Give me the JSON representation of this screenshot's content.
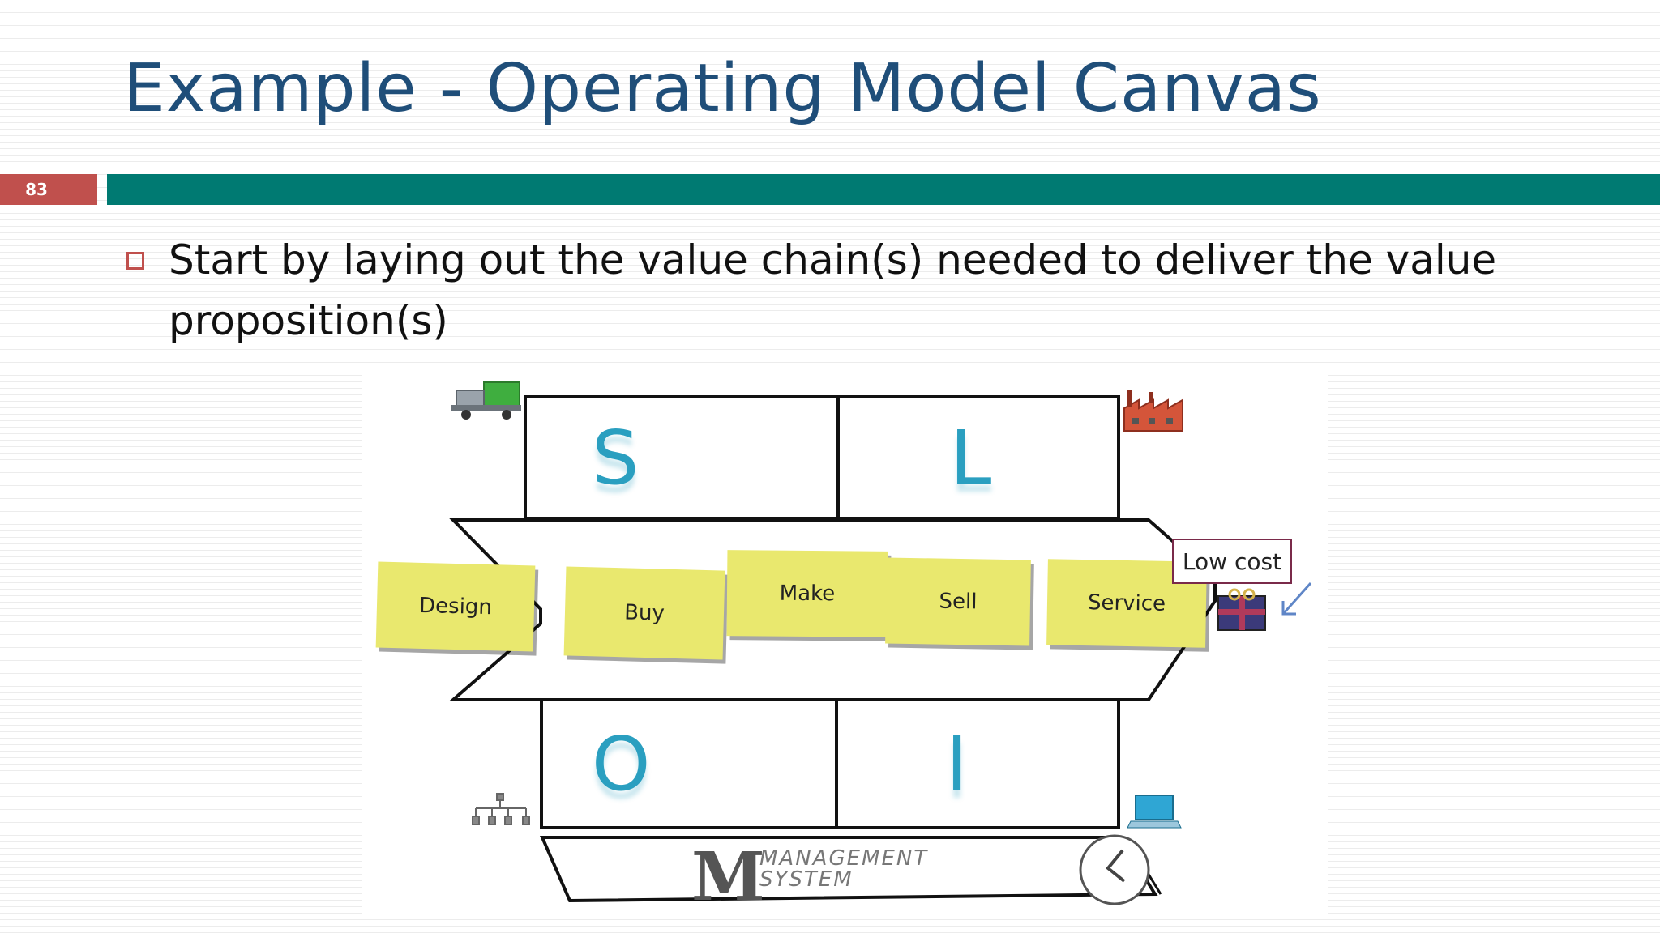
{
  "slide": {
    "title": "Example - Operating Model Canvas",
    "number": "83",
    "bullet": "Start by laying out the value chain(s) needed to deliver the value proposition(s)"
  },
  "canvas": {
    "quadrants": {
      "top_left": "S",
      "top_right": "L",
      "bottom_left": "O",
      "bottom_right": "I"
    },
    "value_chain": [
      "Design",
      "Buy",
      "Make",
      "Sell",
      "Service"
    ],
    "value_proposition_label": "Low cost",
    "management_system": {
      "letter": "M",
      "line1": "MANAGEMENT",
      "line2": "SYSTEM"
    },
    "icons": [
      "truck-icon",
      "factory-icon",
      "gift-icon",
      "org-chart-icon",
      "laptop-icon",
      "clock-icon"
    ]
  },
  "colors": {
    "title": "#1f4e79",
    "accent_bar": "#007a72",
    "slide_number_bg": "#c0504d",
    "sticky_note": "#e9e86e",
    "letters": "#2a9fc0"
  }
}
